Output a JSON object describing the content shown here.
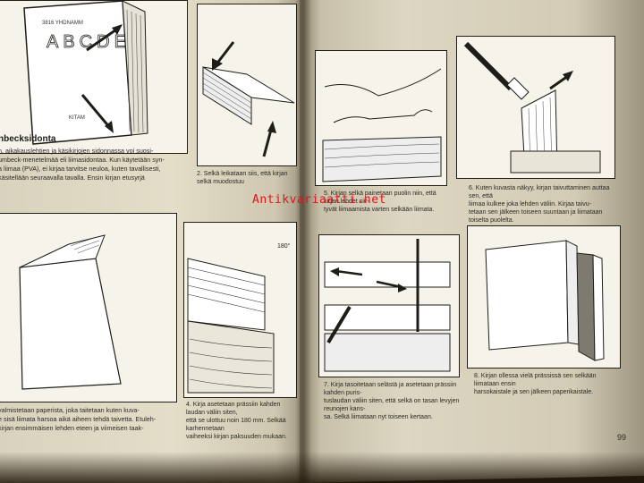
{
  "watermark": "Antikvariaatti.net",
  "page_number": "99",
  "left_page": {
    "heading": "nbecksidonta",
    "intro_lines": [
      "n, aikakauslehtien ja käsikirjojen sidonnassa voi suosi-",
      "umbeck-menetelmää eli liimasidontaa. Kun käytetään syn-",
      "a liimaa (PVA), ei kirjaa tarvitse neuloa, kuten tavallisesti,",
      "käsitellään seuraavalla tavalla. Ensin kirjan etusyrjä"
    ],
    "caption_2": "2. Selkä leikataan siis, että kirjan selkä muodostuu",
    "caption_3_lines": [
      "valmistetaan paperista, joka taitetaan kuten kuva-",
      "e sisä liimata harsoa aikä aiheen tehdä taivetta. Etuleh-",
      "kirjan ensimmäisen lehden eteen ja viimeisen taak-"
    ],
    "caption_4_lines": [
      "4. Kirja asetetaan prässiin kahden laudan väliin siten,",
      "että se ulottuu noin 180 mm. Selkää karhennetaan",
      "vaiheeksi kirjan paksuuden mukaan."
    ],
    "cover_title_small": "3816 YHDNAMM",
    "cover_title": "ABCDE",
    "cover_sub": "KITAM",
    "angle_label": "180°"
  },
  "right_page": {
    "caption_5_lines": [
      "5. Kirjan selkä painetaan puolin niin, että kirjan lehdet siir-",
      "tyvät liimaamista varten selkään liimata."
    ],
    "caption_6_lines": [
      "6. Kuten kuvasta näkyy, kirjan taivuttaminen auttaa sen, että",
      "liimaa kulkee joka lehden väliin. Kirjaa taivu-",
      "tetaan sen jälkeen toiseen suuntaan ja liimataan toiselta puolelta."
    ],
    "caption_7_lines": [
      "7. Kirja tasoitetaan selästä ja asetetaan prässiin kahden puris-",
      "tuslaudan väliin siten, että selkä on tasan levyjen reunojen kans-",
      "sa. Selkä liimataan nyt toiseen kertaan."
    ],
    "caption_8_lines": [
      "8. Kirjan ollessa vielä prässissä sen selkään liimataan ensin",
      "harsokaistale ja sen jälkeen paperikaistale."
    ]
  },
  "colors": {
    "page": "#ded7c2",
    "ink": "#1f1d18",
    "watermark": "#e1141b"
  }
}
